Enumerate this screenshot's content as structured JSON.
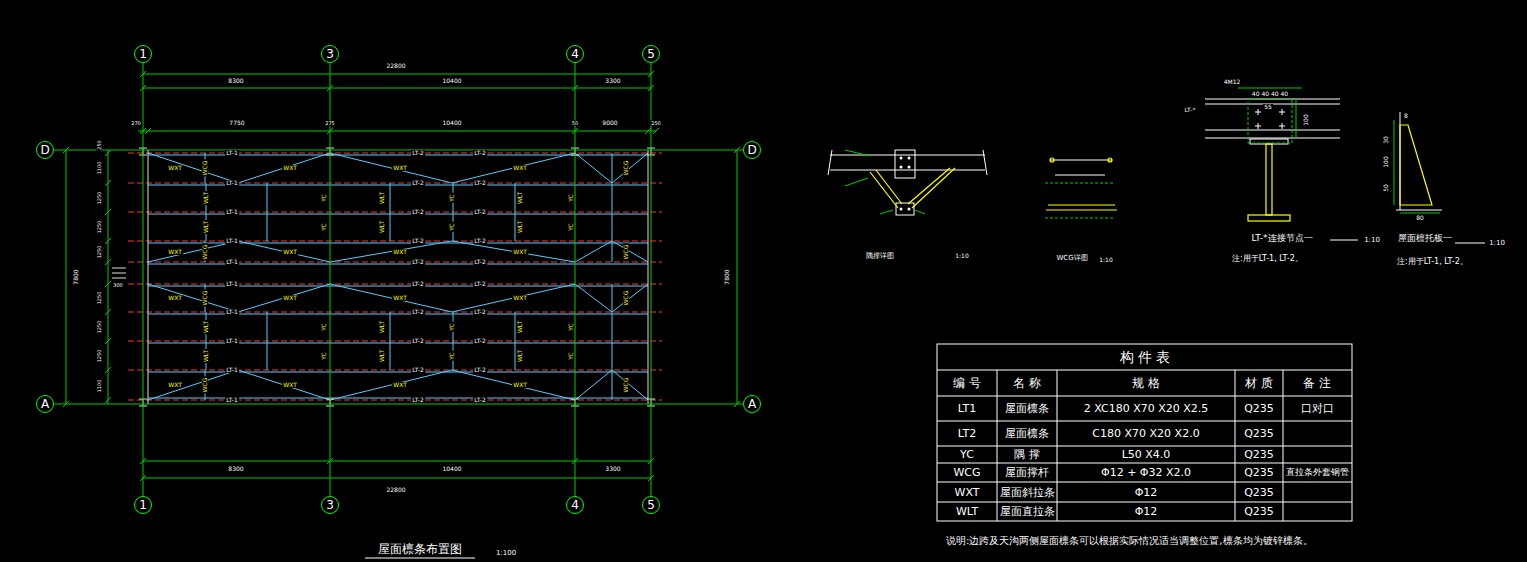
{
  "diagram": {
    "title": "屋面檩条布置图",
    "nodes": [
      {
        "text": [
          "1"
        ]
      },
      {
        "text": [
          "3"
        ]
      },
      {
        "text": [
          "4"
        ]
      },
      {
        "text": [
          "5"
        ]
      },
      {
        "text": [
          "D"
        ]
      },
      {
        "text": [
          "D"
        ]
      },
      {
        "text": [
          "A"
        ]
      },
      {
        "text": [
          "A"
        ]
      },
      {
        "text": [
          "1"
        ]
      },
      {
        "text": [
          "3"
        ]
      },
      {
        "text": [
          "4"
        ]
      },
      {
        "text": [
          "5"
        ]
      }
    ],
    "edges": [
      {
        "from": 0,
        "to": 8,
        "arrow": "none"
      },
      {
        "from": 1,
        "to": 9,
        "arrow": "none"
      },
      {
        "from": 2,
        "to": 10,
        "arrow": "none"
      },
      {
        "from": 3,
        "to": 11,
        "arrow": "none"
      },
      {
        "from": 4,
        "to": 5,
        "arrow": "none"
      },
      {
        "from": 6,
        "to": 7,
        "arrow": "none"
      }
    ],
    "labels": [
      "22800",
      "8300",
      "10400",
      "3300",
      "270",
      "7750",
      "275",
      "10400",
      "50",
      "9000",
      "250",
      "8300",
      "10400",
      "3300",
      "22800",
      "7800",
      "250",
      "1100",
      "1250",
      "1250",
      "1250",
      "1250",
      "1250",
      "1250",
      "1100",
      "300",
      "7800",
      "LT-1",
      "LT-2",
      "LT-2",
      "WXT",
      "WCG",
      "WXT",
      "WXT",
      "WXT",
      "WCG",
      "LT-1",
      "LT-2",
      "LT-2",
      "WLT",
      "YC",
      "WLT",
      "YC",
      "WLT",
      "YC",
      "LT-1",
      "LT-2",
      "LT-2",
      "WLT",
      "YC",
      "WLT",
      "YC",
      "WLT",
      "YC",
      "LT-1",
      "LT-2",
      "LT-2",
      "WXT",
      "WCG",
      "WXT",
      "WXT",
      "WXT",
      "WCG",
      "LT-1",
      "LT-2",
      "LT-2",
      "LT-1",
      "LT-2",
      "LT-2",
      "WXT",
      "WCG",
      "WXT",
      "WXT",
      "WXT",
      "WCG",
      "LT-1",
      "LT-2",
      "LT-2",
      "WLT",
      "YC",
      "WLT",
      "YC",
      "WLT",
      "YC",
      "LT-1",
      "LT-2",
      "LT-2",
      "WLT",
      "YC",
      "WLT",
      "YC",
      "WLT",
      "YC",
      "LT-1",
      "LT-2",
      "LT-2",
      "WXT",
      "WCG",
      "WXT",
      "WXT",
      "WXT",
      "WCG",
      "LT-1",
      "LT-2",
      "LT-2",
      "1:100",
      "隅撑详图",
      "1:10",
      "WCG详图",
      "1:10",
      "LT-*连接节点一",
      "1:10",
      "注:用于LT-1, LT-2。",
      "屋面檩托板一",
      "1:10",
      "注:用于LT-1, LT-2。",
      "4M12",
      "40 40 40 40",
      "55",
      "LT-*",
      "100",
      "8",
      "30",
      "100",
      "50",
      "80",
      "构 件 表",
      "编 号",
      "名 称",
      "规 格",
      "材 质",
      "备 注",
      "LT1",
      "屋面檩条",
      "2 XC180 X70 X20 X2.5",
      "Q235",
      "口对口",
      "LT2",
      "屋面檩条",
      "C180 X70 X20 X2.0",
      "Q235",
      "YC",
      "隅 撑",
      "L50 X4.0",
      "Q235",
      "WCG",
      "屋面撑杆",
      "Φ12 + Φ32 X2.0",
      "Q235",
      "直拉条外套钢管",
      "WXT",
      "屋面斜拉条",
      "Φ12",
      "Q235",
      "WLT",
      "屋面直拉条",
      "Φ12",
      "Q235",
      "说明:边跨及天沟两侧屋面檩条可以根据实际情况适当调整位置,檩条均为镀锌檩条。"
    ]
  }
}
